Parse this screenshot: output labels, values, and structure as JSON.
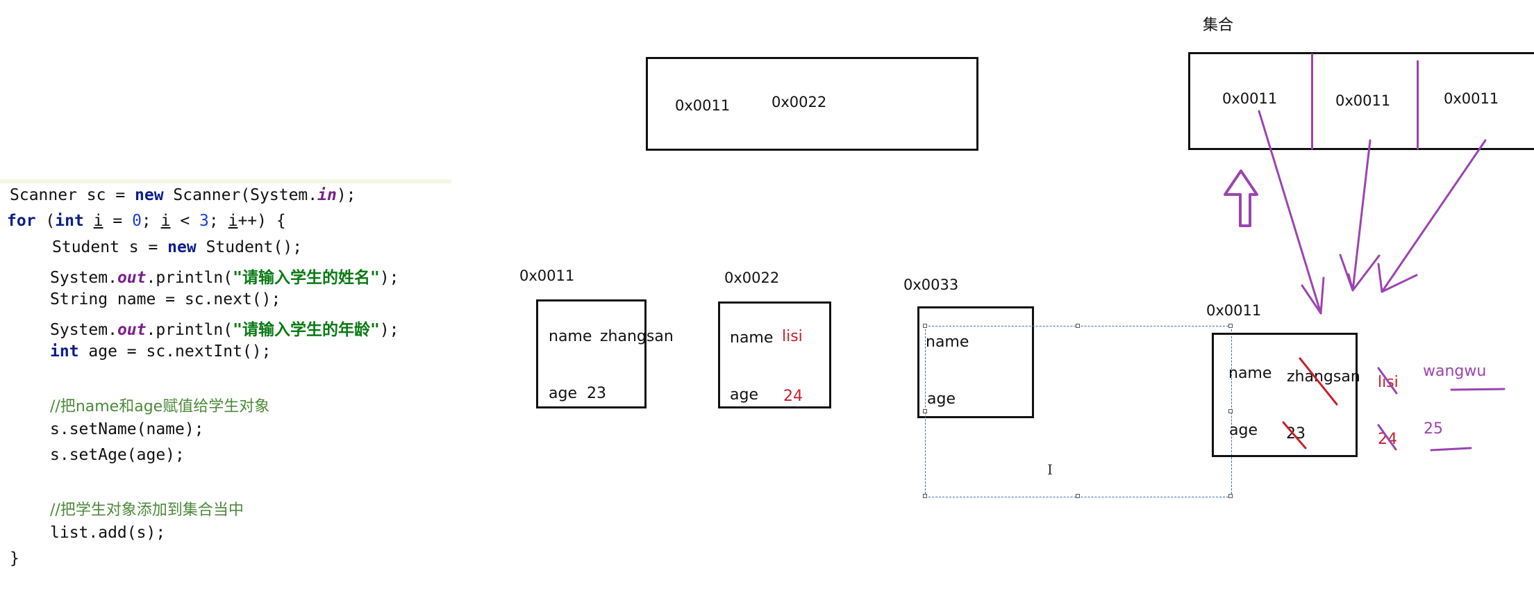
{
  "code": {
    "line1": {
      "a": "Scanner sc = ",
      "kw": "new",
      "b": " Scanner(System.",
      "it": "in",
      "c": ");"
    },
    "line2": {
      "kw1": "for",
      "a": " (",
      "kw2": "int",
      "sp": " ",
      "v1": "i",
      "b": " = ",
      "n0": "0",
      "c": "; ",
      "v2": "i",
      "d": " < ",
      "n3": "3",
      "e": "; ",
      "v3": "i",
      "f": "++) {"
    },
    "line3": {
      "a": "Student s = ",
      "kw": "new",
      "b": " Student();"
    },
    "line4": {
      "a": "System.",
      "it": "out",
      "b": ".println(",
      "s": "\"请输入学生的姓名\"",
      "c": ");"
    },
    "line5": {
      "a": "String name = sc.next();"
    },
    "line6": {
      "a": "System.",
      "it": "out",
      "b": ".println(",
      "s": "\"请输入学生的年龄\"",
      "c": ");"
    },
    "line7": {
      "kw": "int",
      "a": " age = sc.nextInt();"
    },
    "line8": {
      "cmt": "//把name和age赋值给学生对象"
    },
    "line9": {
      "a": "s.setName(name);"
    },
    "line10": {
      "a": "s.setAge(age);"
    },
    "line11": {
      "cmt": "//把学生对象添加到集合当中"
    },
    "line12": {
      "a": "list.add(s);"
    },
    "line13": {
      "a": "}"
    }
  },
  "top_array": {
    "addr1": "0x0011",
    "addr2": "0x0022"
  },
  "objects": [
    {
      "addr": "0x0011",
      "name_label": "name",
      "name_value": "zhangsan",
      "age_label": "age",
      "age_value": "23"
    },
    {
      "addr": "0x0022",
      "name_label": "name",
      "name_value": "lisi",
      "age_label": "age",
      "age_value": "24"
    },
    {
      "addr": "0x0033",
      "name_label": "name",
      "age_label": "age"
    }
  ],
  "collection": {
    "title": "集合",
    "cells": [
      "0x0011",
      "0x0011",
      "0x0011"
    ]
  },
  "shared_object": {
    "addr": "0x0011",
    "name_label": "name",
    "name_value": "zhangsan",
    "age_label": "age",
    "age_value": "23",
    "overwrite_names": [
      "lisi",
      "wangwu"
    ],
    "overwrite_ages": [
      "24",
      "25"
    ]
  },
  "colors": {
    "red": "#c8202a",
    "purple": "#9b44b0",
    "border": "#111111"
  },
  "cursor": {
    "glyph": "I"
  }
}
